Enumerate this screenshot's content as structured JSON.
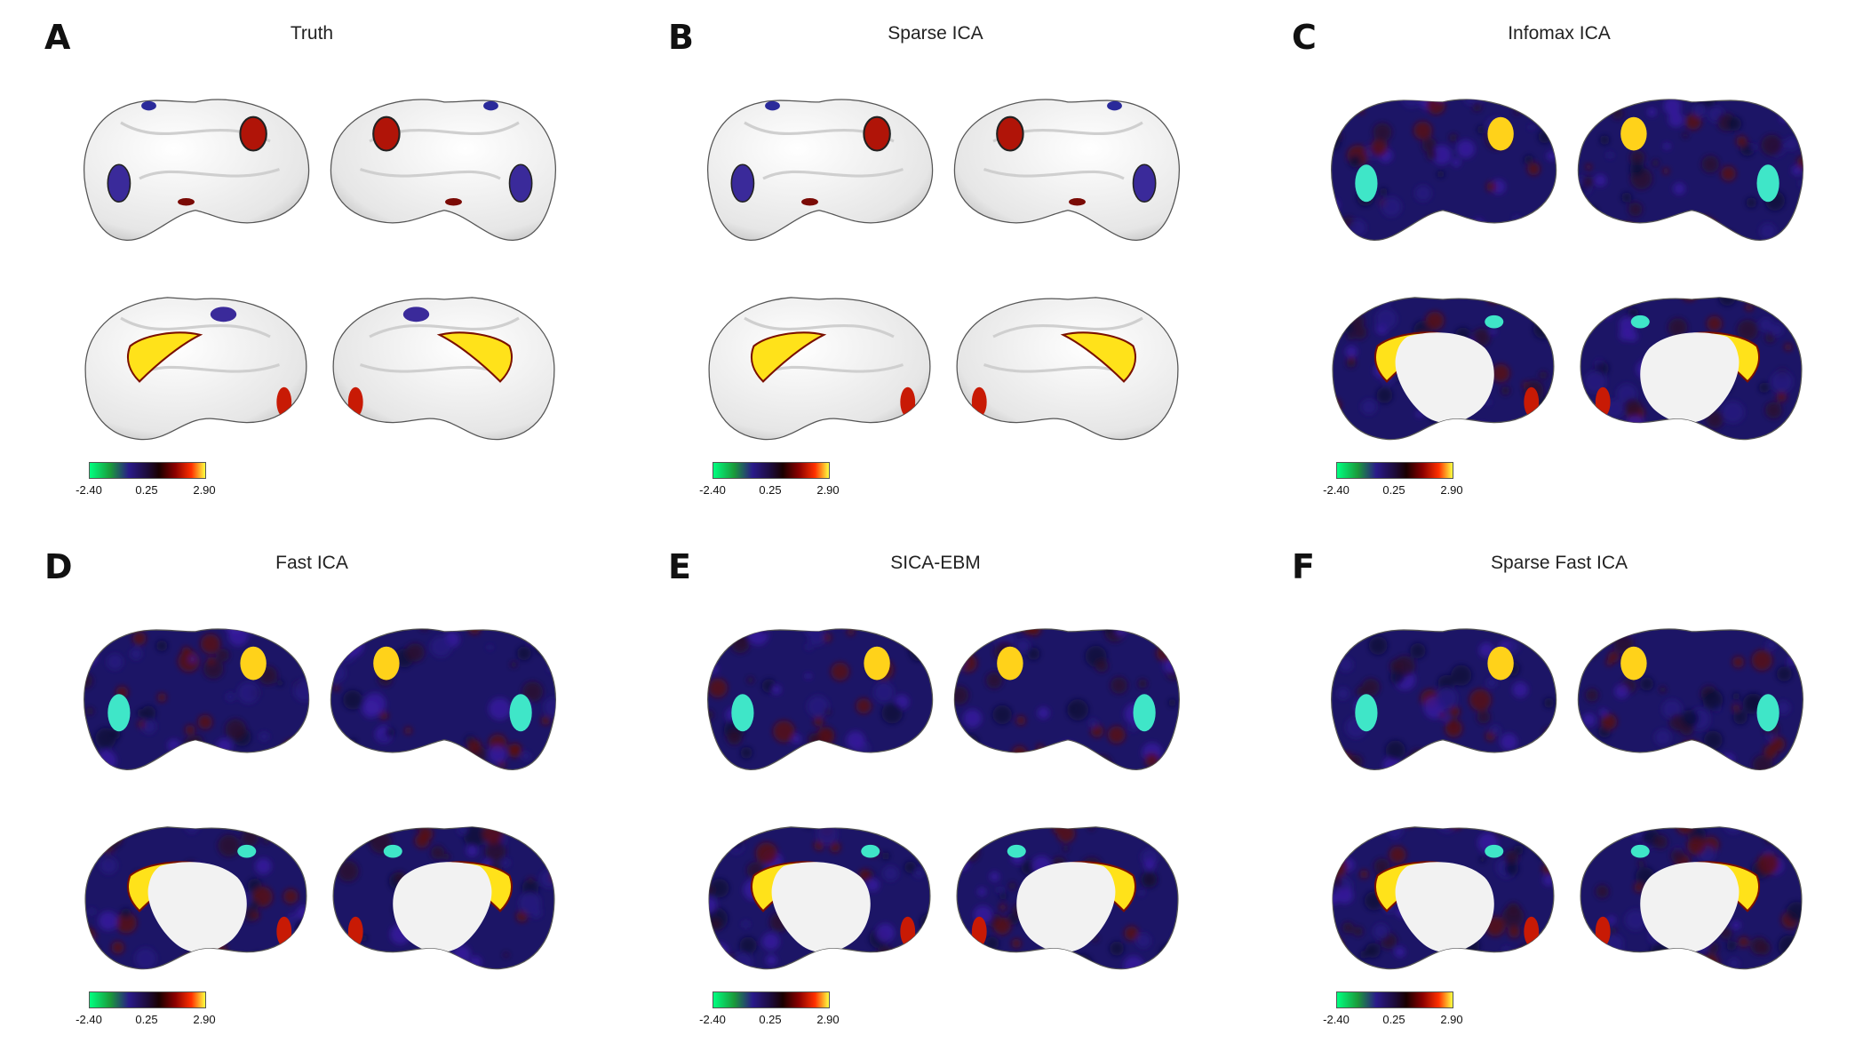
{
  "panels": [
    {
      "letter": "A",
      "title": "Truth",
      "style": "truth"
    },
    {
      "letter": "B",
      "title": "Sparse ICA",
      "style": "sparse"
    },
    {
      "letter": "C",
      "title": "Infomax ICA",
      "style": "full"
    },
    {
      "letter": "D",
      "title": "Fast ICA",
      "style": "full"
    },
    {
      "letter": "E",
      "title": "SICA-EBM",
      "style": "full"
    },
    {
      "letter": "F",
      "title": "Sparse Fast ICA",
      "style": "full"
    }
  ],
  "colorbar": {
    "min_label": "-2.40",
    "mid_label": "0.25",
    "max_label": "2.90"
  },
  "colors": {
    "background_brain": "#f0f0f0",
    "dark_brain": "#1c1566",
    "positive_hot": "#ffe21a",
    "positive_red": "#9a0a05",
    "negative_cyan": "#3fe6c8",
    "negative_blue": "#2a2a9a"
  }
}
